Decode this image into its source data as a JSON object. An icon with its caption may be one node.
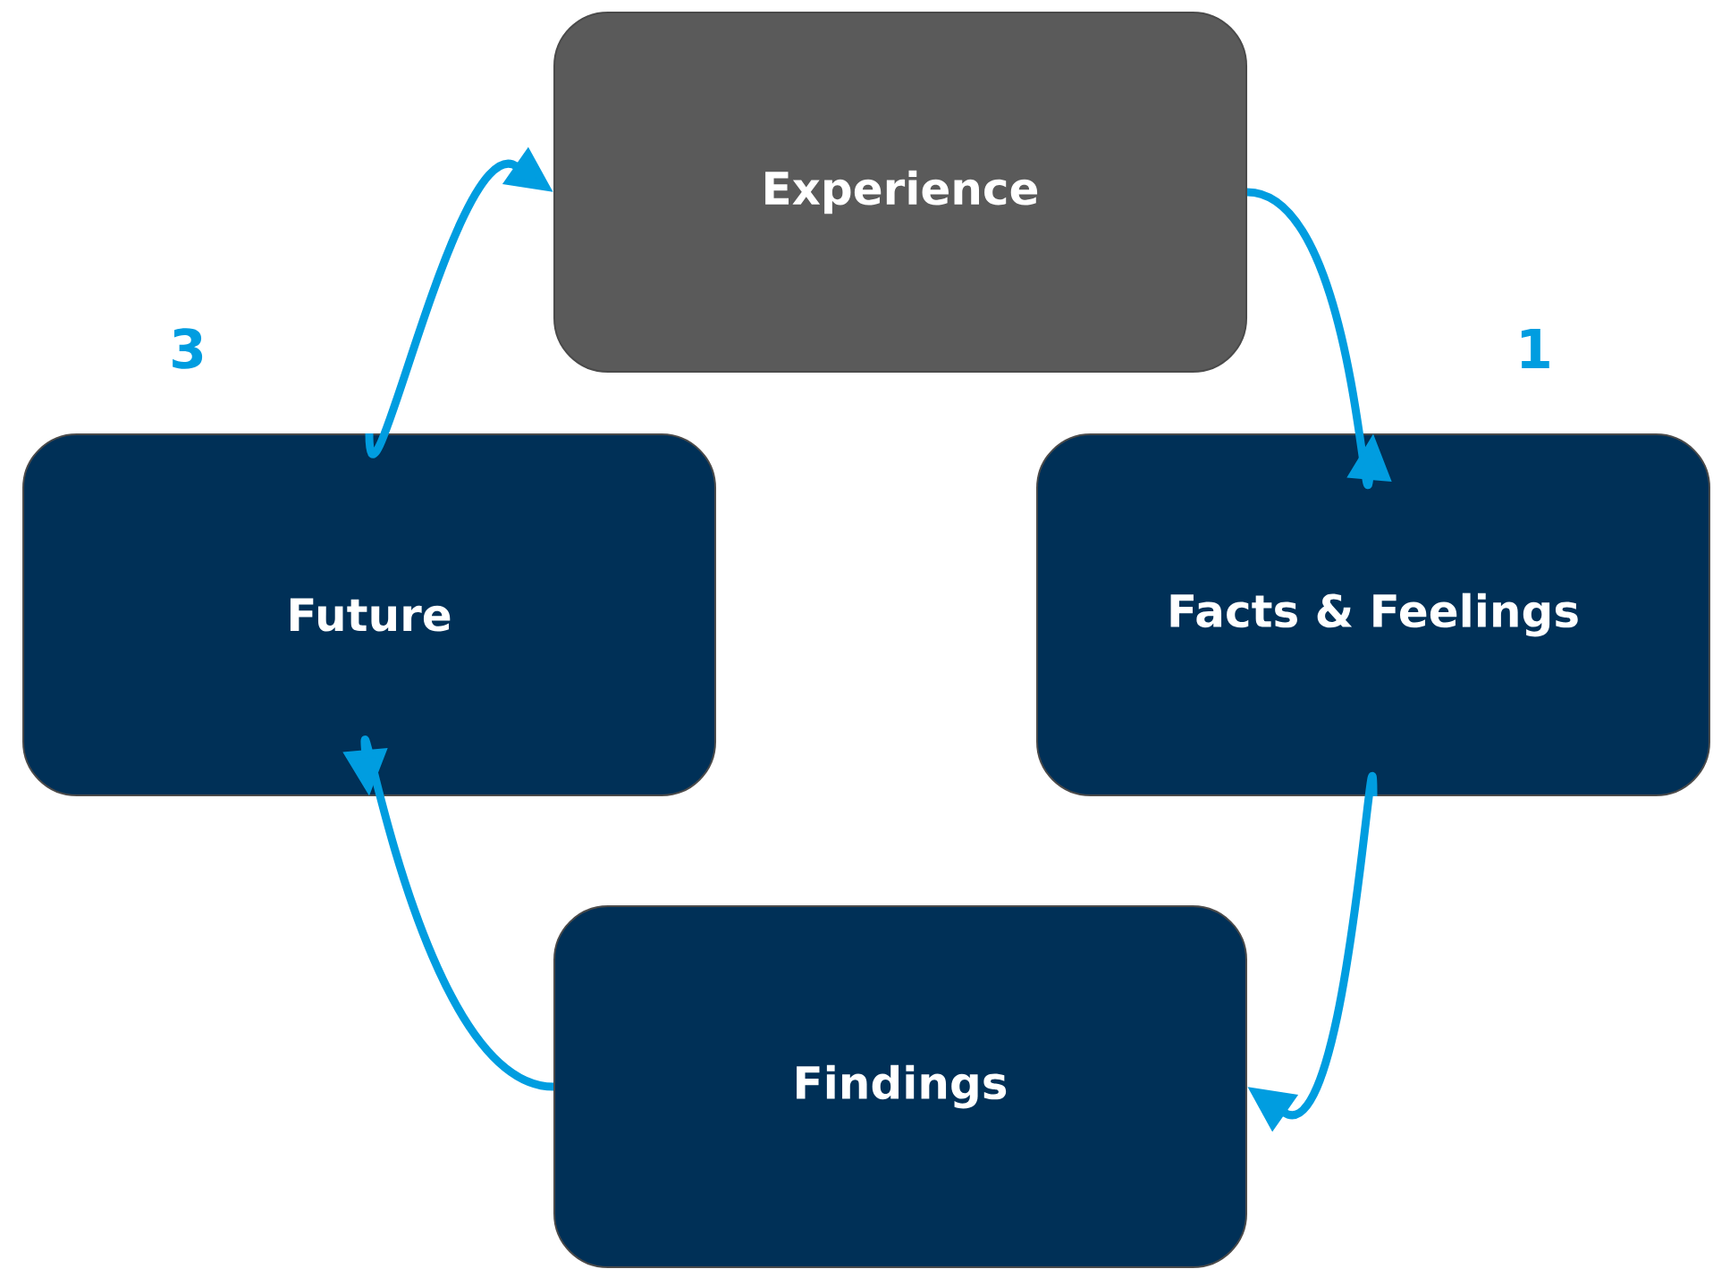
{
  "diagram": {
    "nodes": [
      {
        "text": [
          "Experience"
        ]
      },
      {
        "text": [
          "Future"
        ]
      },
      {
        "text": [
          "Facts & Feelings"
        ]
      },
      {
        "text": [
          "Findings"
        ]
      }
    ],
    "edges": [
      {
        "from": 0,
        "to": 2,
        "arrow": "to"
      },
      {
        "from": 2,
        "to": 3,
        "arrow": "to"
      },
      {
        "from": 3,
        "to": 1,
        "arrow": "to"
      },
      {
        "from": 1,
        "to": 0,
        "arrow": "to"
      }
    ],
    "labels": [
      "3",
      "1"
    ]
  }
}
